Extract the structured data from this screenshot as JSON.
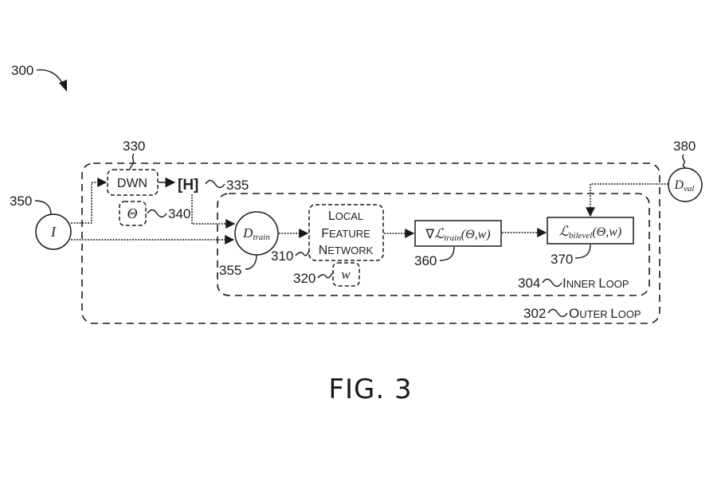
{
  "figure": {
    "ref_main": "300",
    "caption": "FIG. 3"
  },
  "outer_loop": {
    "ref": "302",
    "label_first": "O",
    "label_rest": "UTER ",
    "label_first2": "L",
    "label_rest2": "OOP"
  },
  "inner_loop": {
    "ref": "304",
    "label_first": "I",
    "label_rest": "NNER ",
    "label_first2": "L",
    "label_rest2": "OOP"
  },
  "nodes": {
    "input": {
      "ref": "350",
      "symbol": "I"
    },
    "dwn": {
      "ref": "330",
      "label": "DWN"
    },
    "theta": {
      "ref": "340",
      "symbol": "Θ"
    },
    "hash": {
      "ref": "335",
      "label": "[H]"
    },
    "d_train": {
      "ref": "355",
      "symbol": "D",
      "subscript": "train"
    },
    "local_feature_network": {
      "ref": "310",
      "line1_first": "L",
      "line1_rest": "OCAL",
      "line2_first": "F",
      "line2_rest": "EATURE",
      "line3_first": "N",
      "line3_rest": "ETWORK"
    },
    "w": {
      "ref": "320",
      "symbol": "w"
    },
    "grad_loss_train": {
      "ref": "360",
      "nabla": "∇",
      "loss": "ℒ",
      "subscript": "train",
      "args": "(Θ,w)"
    },
    "loss_bilevel": {
      "ref": "370",
      "loss": "ℒ",
      "subscript": "bilevel",
      "args": "(Θ,w)"
    },
    "d_val": {
      "ref": "380",
      "symbol": "D",
      "subscript": "val"
    }
  }
}
